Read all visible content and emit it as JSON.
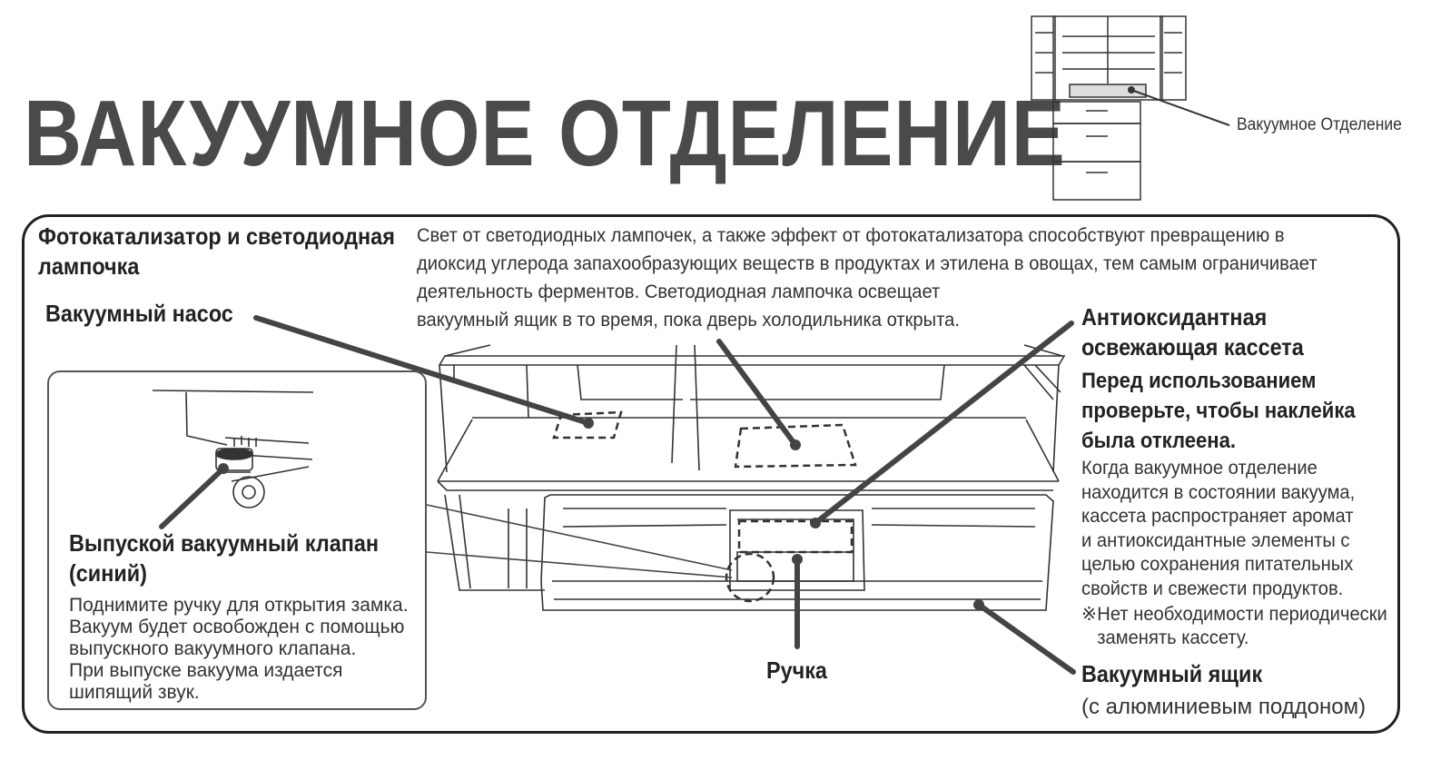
{
  "title": "ВАКУУМНОЕ ОТДЕЛЕНИЕ",
  "thumbnail": {
    "caption": "Вакуумное Отделение"
  },
  "photocatalyst": {
    "title": "Фотокатализатор и светодиодная лампочка",
    "description": "Свет от светодиодных лампочек, а также эффект от фотокатализатора способствуют превращению в\nдиоксид углерода запахообразующих веществ в продуктах и этилена в овощах, тем самым ограничивает\nдеятельность ферментов. Светодиодная лампочка освещает\nвакуумный ящик в то время, пока дверь холодильника открыта."
  },
  "vacuum_pump": {
    "label": "Вакуумный насос"
  },
  "release_valve": {
    "title": "Выпуской вакуумный клапан (синий)",
    "description": "Поднимите ручку для открытия замка.\nВакуум будет освобожден с помощью\nвыпускного вакуумного клапана.\nПри выпуске вакуума издается\nшипящий звук."
  },
  "handle": {
    "label": "Ручка"
  },
  "cassette": {
    "title": "Антиоксидантная освежающая кассета",
    "warning": "Перед использованием проверьте, чтобы наклейка была отклеена.",
    "description": "Когда вакуумное отделение\nнаходится в состоянии вакуума,\nкассета распространяет аромат\nи антиоксидантные элементы с\nцелью сохранения питательных\nсвойств и свежести продуктов.",
    "note_mark": "※",
    "note": "Нет необходимости периодически заменять кассету."
  },
  "vacuum_box": {
    "title": "Вакуумный ящик",
    "subtitle": "(с алюминиевым поддоном)"
  }
}
